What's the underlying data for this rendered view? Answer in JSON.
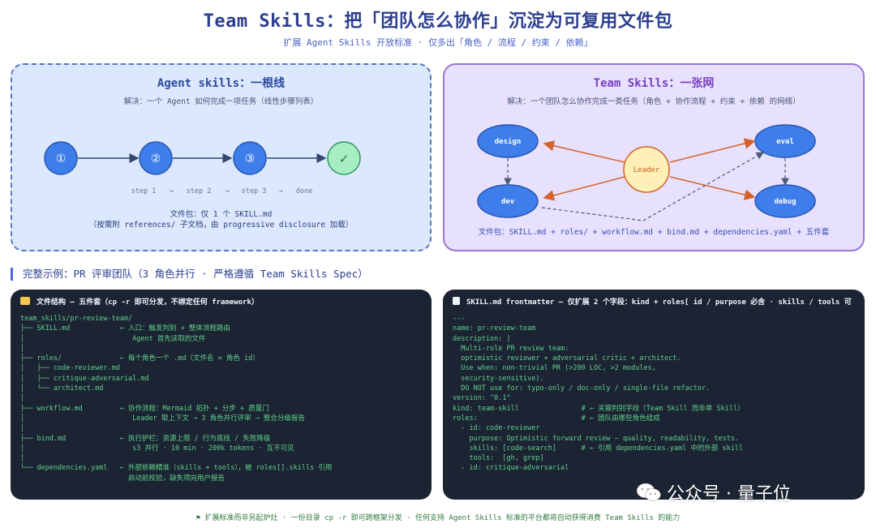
{
  "header": {
    "title": "Team Skills：把「团队怎么协作」沉淀为可复用文件包",
    "subtitle": "扩展 Agent Skills 开放标准 · 仅多出「角色 / 流程 / 约束 / 依赖」"
  },
  "agent_panel": {
    "title": "Agent skills：一根线",
    "desc": "解决：一个 Agent 如何完成一项任务（线性步骤列表）",
    "nodes": [
      "①",
      "②",
      "③",
      "✓"
    ],
    "steps": [
      "step 1",
      "→",
      "step 2",
      "→",
      "step 3",
      "→",
      "done"
    ],
    "package_line1": "文件包：仅 1 个 SKILL.md",
    "package_line2": "（按需附 references/ 子文档，由 progressive disclosure 加载）"
  },
  "team_panel": {
    "title": "Team Skills：一张网",
    "desc": "解决：一个团队怎么协作完成一类任务（角色 + 协作流程 + 约束 + 依赖 的网络）",
    "nodes": {
      "design": "design",
      "dev": "dev",
      "leader": "Leader",
      "eval": "eval",
      "debug": "debug"
    },
    "package": "文件包：SKILL.md + roles/ + workflow.md + bind.md + dependencies.yaml + 五件套"
  },
  "section": {
    "title": "完整示例：PR 评审团队（3 角色并行 · 严格遵循 Team Skills Spec）"
  },
  "file_structure": {
    "header": "文件结构 — 五件套（cp -r 即可分发，不绑定任何 framework）",
    "lines": [
      "team_skills/pr-review-team/",
      "├── SKILL.md            ← 入口：触发判别 + 整体流程路由",
      "│                          Agent 首先读取的文件",
      "│",
      "├── roles/              ← 每个角色一个 .md（文件名 = 角色 id）",
      "│   ├── code-reviewer.md",
      "│   ├── critique-adversarial.md",
      "│   └── architect.md",
      "│",
      "├── workflow.md         ← 协作流程：Mermaid 拓扑 + 分步 + 质量门",
      "│                          Leader 取上下文 → 3 角色并行评审 → 整合分级报告",
      "│",
      "├── bind.md             ← 执行护栏：资源上限 / 行为底线 / 失败降级",
      "│                          s3 并行 · 10 min · 200k tokens · 互不可见",
      "│",
      "└── dependencies.yaml   ← 外部依赖精准（skills + tools），被 roles[].skills 引用",
      "                          启动前校验，缺失项向用户报告"
    ]
  },
  "frontmatter": {
    "header": "SKILL.md frontmatter — 仅扩展 2 个字段：kind + roles[ id / purpose 必含 · skills / tools 可",
    "lines": [
      "---",
      "name: pr-review-team",
      "description: |",
      "  Multi-role PR review team:",
      "  optimistic reviewer + adversarial critic + architect.",
      "  Use when: non-trivial PR (>200 LOC, >2 modules,",
      "  security-sensitive).",
      "  DO NOT use for: typo-only / doc-only / single-file refactor.",
      "version: \"0.1\"",
      "",
      "kind: team-skill               # ← 关键判别字段（Team Skill 而非单 Skill）",
      "",
      "roles:                         # ← 团队由哪些角色组成",
      "  - id: code-reviewer",
      "    purpose: Optimistic forward review — quality, readability, tests.",
      "    skills: [code-search]      # ← 引用 dependencies.yaml 中的外部 skill",
      "    tools:  [gh, grep]",
      "  - id: critique-adversarial"
    ]
  },
  "footer": "⚑  扩展标准而非另起炉灶 · 一份目录 cp -r 即可跨框架分发 · 任何支持 Agent Skills 标准的平台都将自动获得消费 Team Skills 的能力",
  "watermark": "公众号 · 量子位",
  "colors": {
    "node_blue": "#3d7eea",
    "node_done": "#a8edc4",
    "leader_fill": "#fff0b8",
    "arrow_orange": "#d4622a",
    "code_bg": "#1c2433",
    "code_text": "#5fd08a"
  }
}
